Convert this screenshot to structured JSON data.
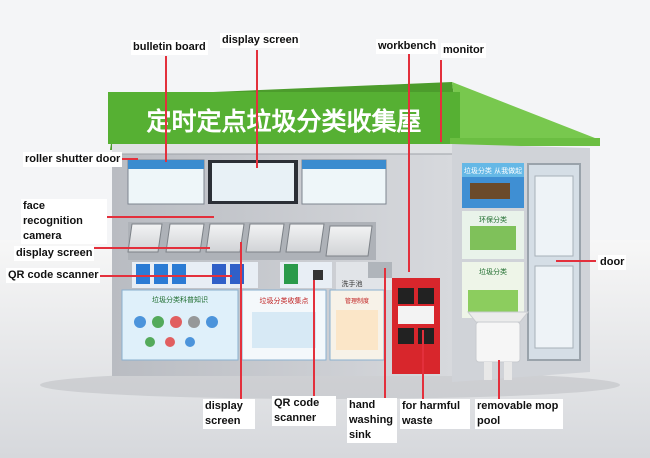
{
  "sign": {
    "title": "定时定点垃圾分类收集屋"
  },
  "labels": {
    "bulletin_board": "bulletin board",
    "display_screen_top": "display screen",
    "workbench": "workbench",
    "monitor": "monitor",
    "roller_shutter_door": "roller shutter door",
    "face_recognition_camera": "face recognition camera",
    "display_screen_left": "display screen",
    "qr_code_scanner_left": "QR code scanner",
    "door": "door",
    "display_screen_bottom": "display screen",
    "qr_code_scanner_bottom": "QR code scanner",
    "hand_washing_sink": "hand washing sink",
    "for_harmful_waste": "for harmful waste",
    "removable_mop_pool": "removable mop pool"
  },
  "posters": {
    "bottom_left": "垃圾分类科普知识",
    "bottom_middle": "垃圾分类收集点",
    "bottom_right": "管理制度",
    "sink_sign": "洗手池",
    "right_top": "垃圾分类 从我做起",
    "right_middle": "环保分类",
    "right_bottom": "垃圾分类"
  },
  "colors": {
    "roof_green": "#5fb63a",
    "sign_green": "#3f9a2a",
    "booth_grey": "#c9ccd1",
    "harmful_red": "#d8262c",
    "leader_red": "#e3303c"
  }
}
